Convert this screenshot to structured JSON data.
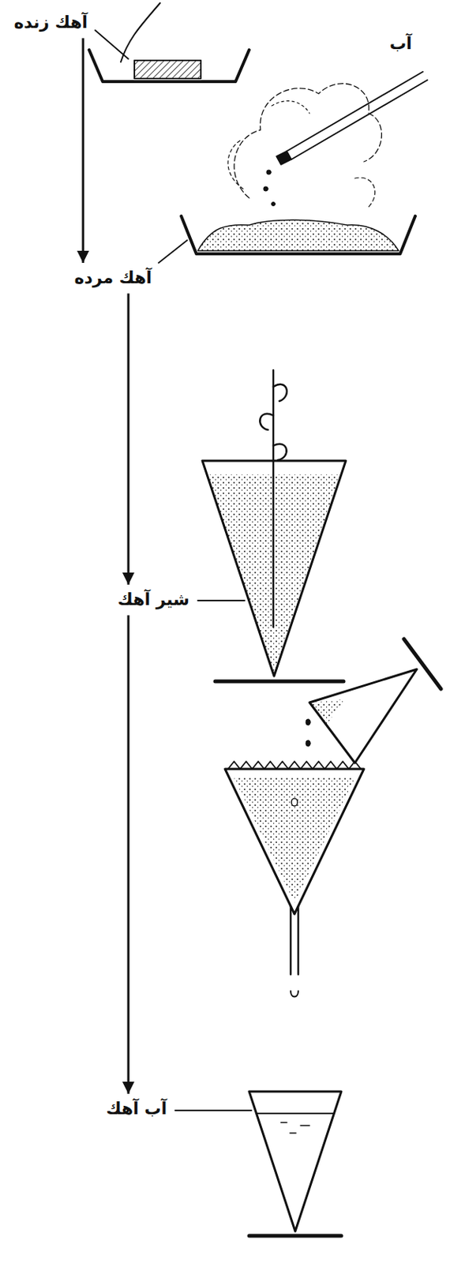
{
  "diagram": {
    "nodes": [
      {
        "text": [
          "آهك زنده"
        ]
      },
      {
        "text": [
          "آهك مرده"
        ]
      },
      {
        "text": [
          "شیر آهك"
        ]
      },
      {
        "text": [
          "آب آهك"
        ]
      }
    ],
    "edges": [
      {
        "from": 0,
        "to": 1,
        "arrow": "to"
      },
      {
        "from": 1,
        "to": 2,
        "arrow": "to"
      },
      {
        "from": 2,
        "to": 3,
        "arrow": "to"
      }
    ],
    "labels": [
      "آب"
    ]
  }
}
